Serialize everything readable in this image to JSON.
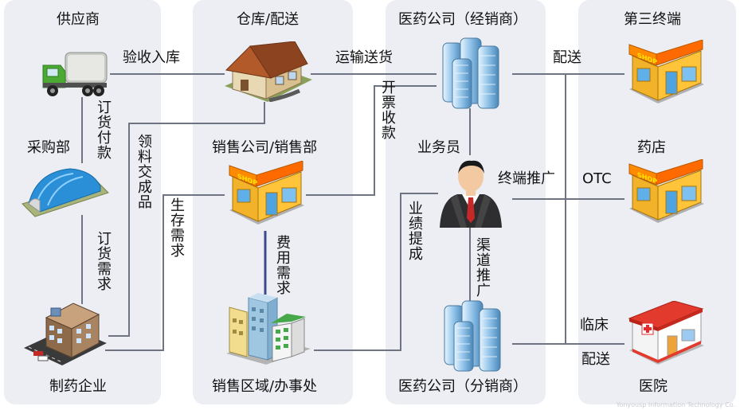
{
  "columns": {
    "supplier": "供应商",
    "warehouse": "仓库/配送",
    "distributor": "医药公司（经销商）",
    "terminal": "第三终端"
  },
  "nodes": {
    "purchasing": "采购部",
    "manufacturer": "制药企业",
    "sales_company": "销售公司/销售部",
    "sales_region": "销售区域/办事处",
    "salesman": "业务员",
    "sub_distributor": "医药公司（分销商）",
    "pharmacy": "药店",
    "hospital": "医院"
  },
  "edges": {
    "receiving": "验收入库",
    "transport": "运输送货",
    "delivery_top": "配送",
    "order_payment": "订货付款",
    "receive_products": "领料交成品",
    "order_demand": "订货需求",
    "stock_demand": "生存需求",
    "invoice_collect": "开票收款",
    "expense_demand": "费用需求",
    "commission": "业绩提成",
    "terminal_promo": "终端推广",
    "otc": "OTC",
    "channel_promo": "渠道推广",
    "clinical": "临床",
    "delivery_bottom": "配送"
  },
  "footer": {
    "watermark": "Yonyousp Information Technology Co."
  },
  "colors": {
    "panel": "#eceef4",
    "line": "#6f7482",
    "line_blue": "#3b4a8c",
    "shop_roof": "#ff8a00",
    "hospital_cross": "#e52b2b"
  },
  "icons": {
    "supplier": "truck-icon",
    "purchasing": "warehouse-dome-icon",
    "manufacturer": "factory-icon",
    "warehouse": "house-icon",
    "sales_company": "shop-icon",
    "sales_region": "buildings-icon",
    "distributor": "skyscraper-icon",
    "salesman": "businessman-icon",
    "sub_distributor": "skyscraper-icon",
    "terminal": "shop-icon",
    "pharmacy": "shop-icon",
    "hospital": "hospital-icon"
  }
}
